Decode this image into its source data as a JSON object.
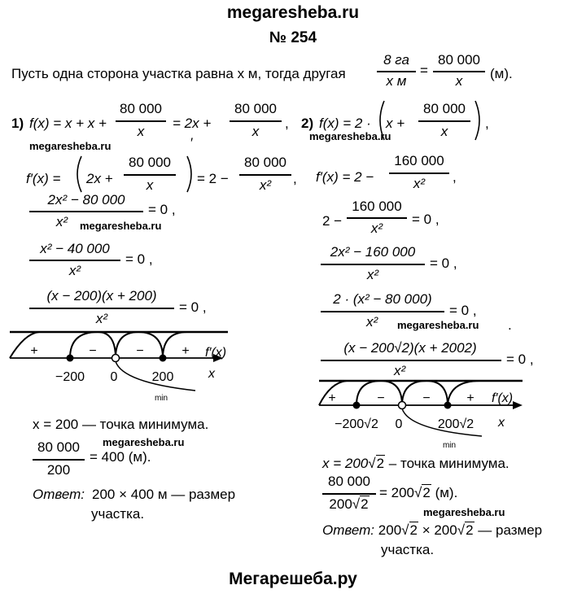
{
  "watermark_top": "megaresheba.ru",
  "problem_number": "№ 254",
  "watermark_inline": "megaresheba.ru",
  "footer_brand": "Мегарешеба.ру",
  "intro": {
    "text": "Пусть одна сторона участка равна x м, тогда другая",
    "frac1_num": "8 га",
    "frac1_den": "x м",
    "eq": "=",
    "frac2_num": "80 000",
    "frac2_den": "x",
    "unit": "(м)."
  },
  "left": {
    "item_label": "1)",
    "f_def": "f(x) = x + x +",
    "f_def_num": "80 000",
    "f_def_den": "x",
    "f_def_eq": "= 2x +",
    "f_def_num2": "80 000",
    "f_def_den2": "x",
    "f_def_end": ",",
    "deriv_lhs": "f′(x) =",
    "deriv_inner": "2x +",
    "deriv_inner_num": "80 000",
    "deriv_inner_den": "x",
    "deriv_prime": "′",
    "deriv_eq": "= 2 −",
    "deriv_num": "80 000",
    "deriv_den": "x²",
    "deriv_end": ",",
    "eq1_num": "2x² − 80 000",
    "eq1_den": "x²",
    "eq1_rhs": "= 0 ,",
    "eq2_num": "x² − 40 000",
    "eq2_den": "x²",
    "eq2_rhs": "= 0 ,",
    "eq3_num": "(x − 200)(x + 200)",
    "eq3_den": "x²",
    "eq3_rhs": "= 0 ,",
    "diagram": {
      "signs": [
        "+",
        "−",
        "−",
        "+"
      ],
      "points": [
        "−200",
        "0",
        "200"
      ],
      "min_label": "min",
      "axis_label": "x",
      "func_label": "f′(x)"
    },
    "conclusion": "x = 200 — точка минимума.",
    "calc_num": "80 000",
    "calc_den": "200",
    "calc_rhs": "= 400 (м).",
    "answer_label": "Ответ:",
    "answer_text": "200 × 400 м — размер",
    "answer_text2": "участка."
  },
  "right": {
    "item_label": "2)",
    "f_def": "f(x) = 2 ·",
    "f_inner": "x +",
    "f_inner_num": "80 000",
    "f_inner_den": "x",
    "f_def_end": ",",
    "deriv_lhs": "f′(x) = 2 −",
    "deriv_num": "160 000",
    "deriv_den": "x²",
    "deriv_end": ",",
    "eq1_lhs": "2 −",
    "eq1_num": "160 000",
    "eq1_den": "x²",
    "eq1_rhs": "= 0 ,",
    "eq2_num": "2x² − 160 000",
    "eq2_den": "x²",
    "eq2_rhs": "= 0 ,",
    "eq3_num": "2 · (x² − 80 000)",
    "eq3_den": "x²",
    "eq3_rhs": "= 0 ,",
    "eq3_dot": ".",
    "eq4_num": "(x − 200√2)(x + 2002)",
    "eq4_den": "x²",
    "eq4_rhs": "= 0 ,",
    "diagram": {
      "signs": [
        "+",
        "−",
        "−",
        "+"
      ],
      "points": [
        "−200√2",
        "0",
        "200√2"
      ],
      "min_label": "min",
      "axis_label": "x",
      "func_label": "f′(x)"
    },
    "conclusion_lhs": "x = 200",
    "conclusion_rad": "2",
    "conclusion_rhs": "– точка минимума.",
    "calc_num": "80 000",
    "calc_den_a": "200",
    "calc_den_rad": "2",
    "calc_rhs_a": "= 200",
    "calc_rhs_rad": "2",
    "calc_rhs_unit": "(м).",
    "answer_label": "Ответ:",
    "answer_a": "200",
    "answer_rad1": "2",
    "answer_times": "× 200",
    "answer_rad2": "2",
    "answer_tail": "— размер",
    "answer_text2": "участка."
  }
}
